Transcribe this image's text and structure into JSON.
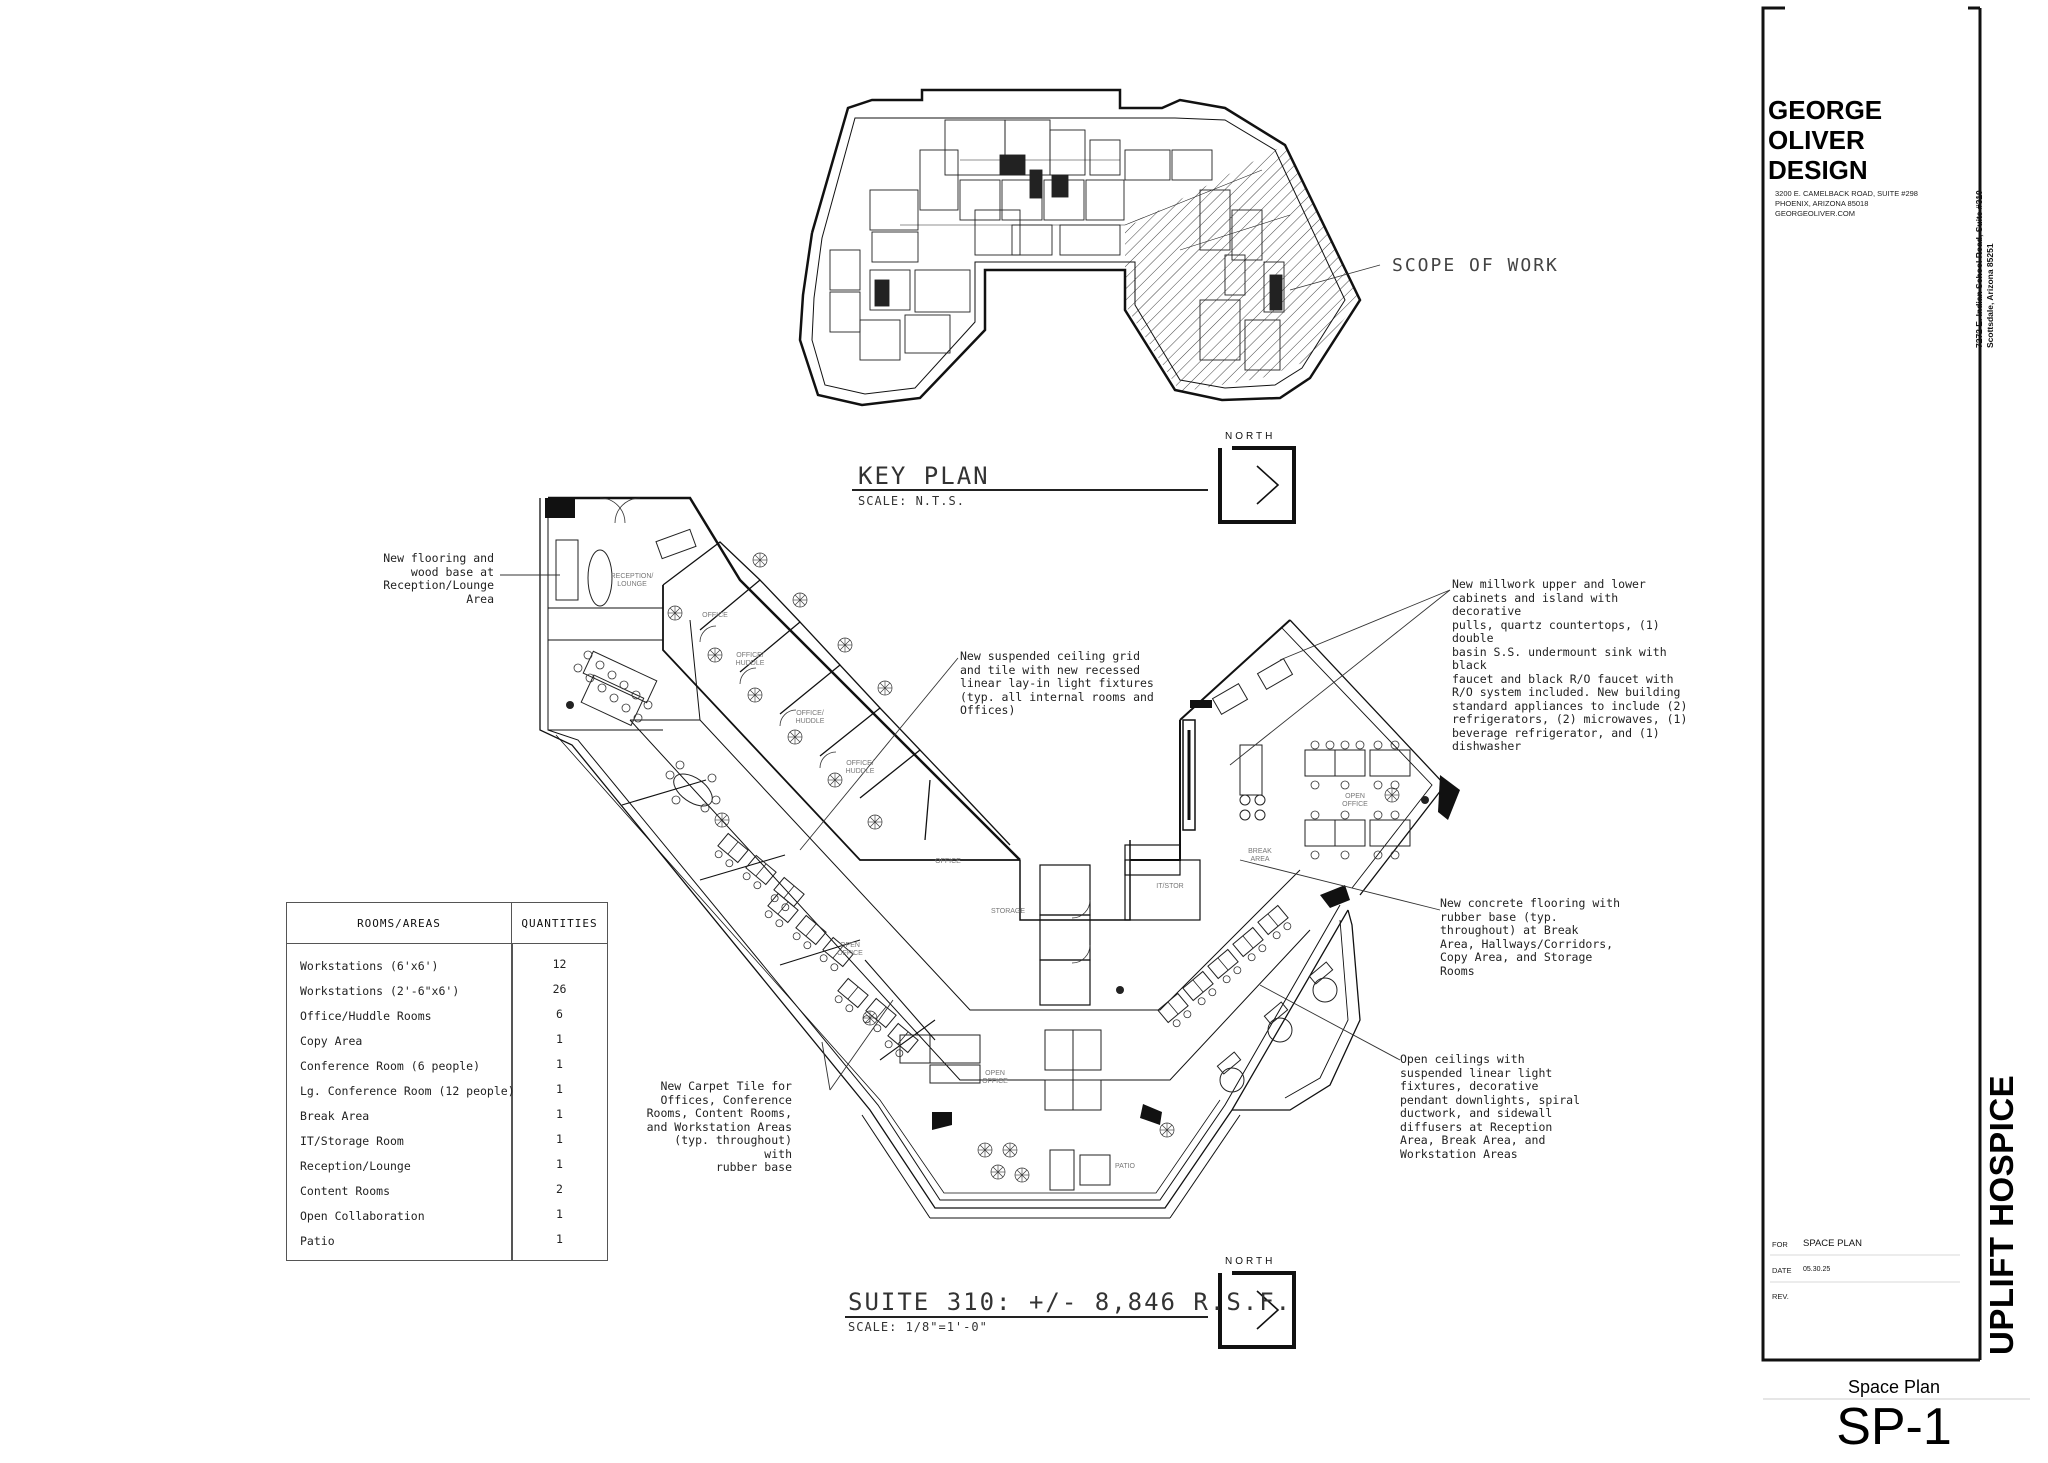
{
  "key_plan": {
    "title": "KEY PLAN",
    "scale": "SCALE: N.T.S.",
    "north_label": "NORTH",
    "scope_label": "SCOPE OF WORK"
  },
  "suite_plan": {
    "title": "SUITE 310: +/- 8,846 R.S.F.",
    "scale": "SCALE: 1/8\"=1'-0\"",
    "north_label": "NORTH"
  },
  "callouts": {
    "reception": "New flooring and\nwood base at\nReception/Lounge\nArea",
    "ceiling": "New suspended ceiling grid\nand tile with new recessed\nlinear lay-in light fixtures\n(typ. all internal rooms and\nOffices)",
    "millwork": "New millwork upper and lower\ncabinets and island with decorative\npulls, quartz countertops, (1) double\nbasin S.S. undermount sink with black\nfaucet and black R/O faucet with\nR/O system included. New building\nstandard appliances to include (2)\nrefrigerators, (2) microwaves, (1)\nbeverage refrigerator, and (1)\ndishwasher",
    "concrete": "New concrete flooring with\nrubber base (typ.\nthroughout) at Break\nArea, Hallways/Corridors,\nCopy Area, and Storage\nRooms",
    "carpet": "New Carpet Tile for\nOffices, Conference\nRooms, Content Rooms,\nand Workstation Areas\n(typ. throughout) with\nrubber base",
    "ceilings_open": "Open ceilings with\nsuspended linear light\nfixtures, decorative\npendant downlights, spiral\nductwork, and sidewall\ndiffusers at Reception\nArea, Break Area, and\nWorkstation Areas"
  },
  "room_labels": {
    "reception": "RECEPTION/\nLOUNGE",
    "office": "OFFICE",
    "office_huddle": "OFFICE/\nHUDDLE",
    "storage": "STORAGE",
    "it_stor": "IT/STOR",
    "open_office": "OPEN\nOFFICE",
    "patio": "PATIO",
    "break_area": "BREAK\nAREA"
  },
  "table": {
    "header_rooms": "ROOMS/AREAS",
    "header_qty": "QUANTITIES",
    "rows": [
      {
        "name": "Workstations (6'x6')",
        "qty": "12"
      },
      {
        "name": "Workstations (2'-6\"x6')",
        "qty": "26"
      },
      {
        "name": "Office/Huddle Rooms",
        "qty": "6"
      },
      {
        "name": "Copy Area",
        "qty": "1"
      },
      {
        "name": "Conference Room (6 people)",
        "qty": "1"
      },
      {
        "name": "Lg. Conference Room (12 people)",
        "qty": "1"
      },
      {
        "name": "Break Area",
        "qty": "1"
      },
      {
        "name": "IT/Storage Room",
        "qty": "1"
      },
      {
        "name": "Reception/Lounge",
        "qty": "1"
      },
      {
        "name": "Content Rooms",
        "qty": "2"
      },
      {
        "name": "Open Collaboration",
        "qty": "1"
      },
      {
        "name": "Patio",
        "qty": "1"
      }
    ]
  },
  "title_block": {
    "firm_line1": "GEORGE",
    "firm_line2": "OLIVER",
    "firm_line3": "DESIGN",
    "firm_address1": "3200 E. CAMELBACK ROAD, SUITE #298",
    "firm_address2": "PHOENIX, ARIZONA 85018",
    "firm_web": "GEORGEOLIVER.COM",
    "project_address1": "7272 E. Indian School Road, Suite #310",
    "project_address2": "Scottsdale, Arizona 85251",
    "project_name": "UPLIFT HOSPICE",
    "for_label": "FOR",
    "for_value": "SPACE PLAN",
    "date_label": "DATE",
    "date_value": "05.30.25",
    "rev_label": "REV.",
    "sheet_name": "Space Plan",
    "sheet_number": "SP-1"
  }
}
